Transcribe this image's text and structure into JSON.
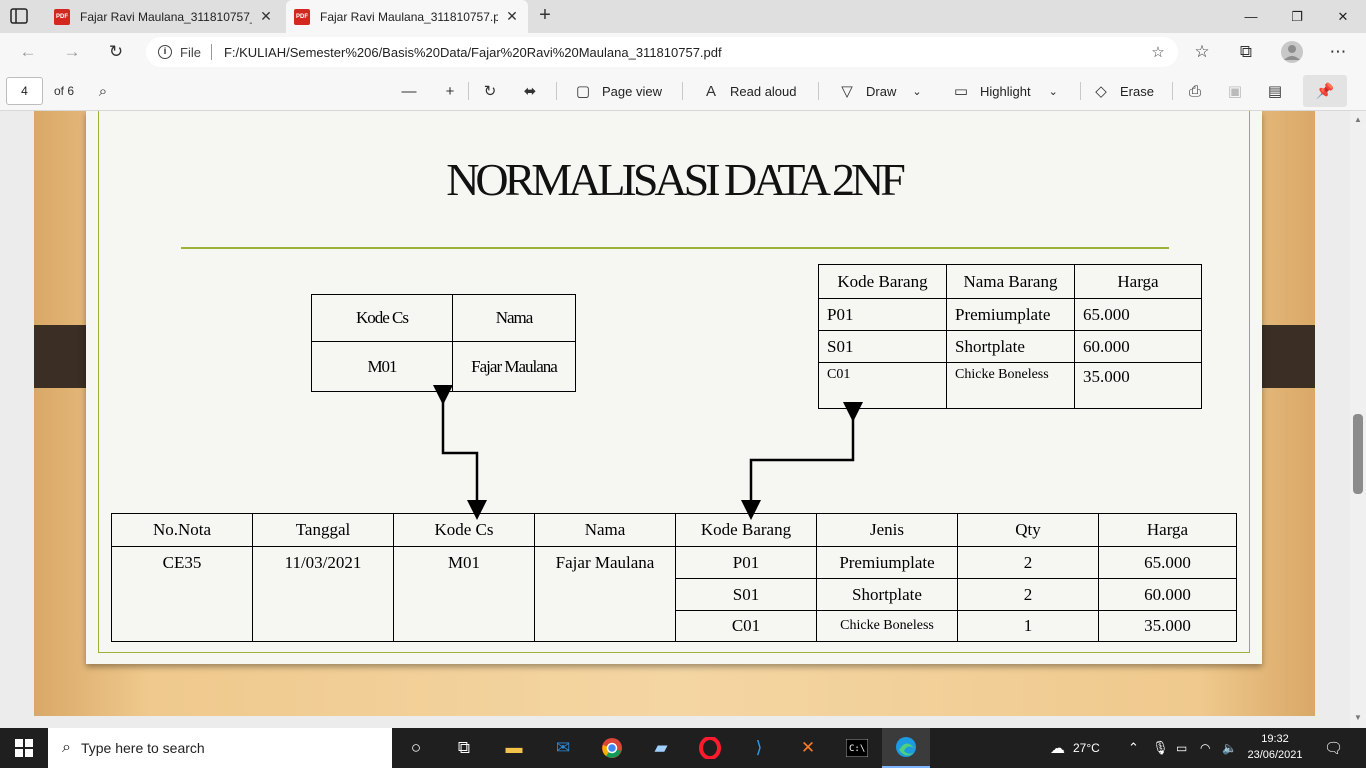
{
  "browser": {
    "tabs": [
      {
        "title": "Fajar Ravi Maulana_311810757_",
        "active": false
      },
      {
        "title": "Fajar Ravi Maulana_311810757.p",
        "active": true
      }
    ],
    "pdf_icon_text": "PDF",
    "address": {
      "file_label": "File",
      "url": "F:/KULIAH/Semester%206/Basis%20Data/Fajar%20Ravi%20Maulana_311810757.pdf"
    }
  },
  "pdf_toolbar": {
    "page_current": "4",
    "page_total": "of 6",
    "page_view": "Page view",
    "read_aloud": "Read aloud",
    "draw": "Draw",
    "highlight": "Highlight",
    "erase": "Erase"
  },
  "slide": {
    "title": "NORMALISASI DATA 2NF",
    "customer_table": {
      "headers": [
        "Kode Cs",
        "Nama"
      ],
      "row": [
        "M01",
        "Fajar Maulana"
      ]
    },
    "barang_table": {
      "headers": [
        "Kode Barang",
        "Nama Barang",
        "Harga"
      ],
      "rows": [
        [
          "P01",
          "Premiumplate",
          "65.000"
        ],
        [
          "S01",
          "Shortplate",
          "60.000"
        ],
        [
          "C01",
          "Chicke Boneless",
          "35.000"
        ]
      ]
    },
    "transaksi_table": {
      "headers": [
        "No.Nota",
        "Tanggal",
        "Kode Cs",
        "Nama",
        "Kode Barang",
        "Jenis",
        "Qty",
        "Harga"
      ],
      "no_nota": "CE35",
      "tanggal": "11/03/2021",
      "kode_cs": "M01",
      "nama": "Fajar Maulana",
      "items": [
        [
          "P01",
          "Premiumplate",
          "2",
          "65.000"
        ],
        [
          "S01",
          "Shortplate",
          "2",
          "60.000"
        ],
        [
          "C01",
          "Chicke Boneless",
          "1",
          "35.000"
        ]
      ]
    }
  },
  "taskbar": {
    "search_placeholder": "Type here to search",
    "weather": "27°C",
    "time": "19:32",
    "date": "23/06/2021"
  }
}
